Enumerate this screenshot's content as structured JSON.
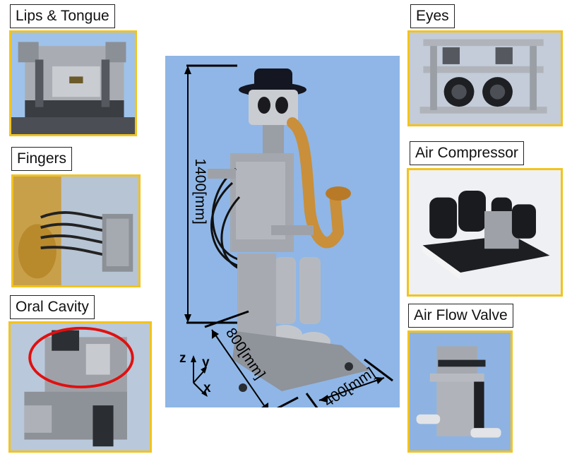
{
  "panels": {
    "lips_tongue": {
      "label": "Lips & Tongue"
    },
    "fingers": {
      "label": "Fingers"
    },
    "oral_cavity": {
      "label": "Oral Cavity"
    },
    "eyes": {
      "label": "Eyes"
    },
    "air_compressor": {
      "label": "Air Compressor"
    },
    "air_flow_valve": {
      "label": "Air Flow Valve"
    }
  },
  "robot": {
    "height": "1400[mm]",
    "depth": "800[mm]",
    "width": "400[mm]",
    "axes": {
      "z": "z",
      "y": "y",
      "x": "x"
    }
  },
  "colors": {
    "frame": "#f2c31d",
    "highlight_ellipse": "#e01010",
    "photo_background": "#8fb6e6"
  }
}
